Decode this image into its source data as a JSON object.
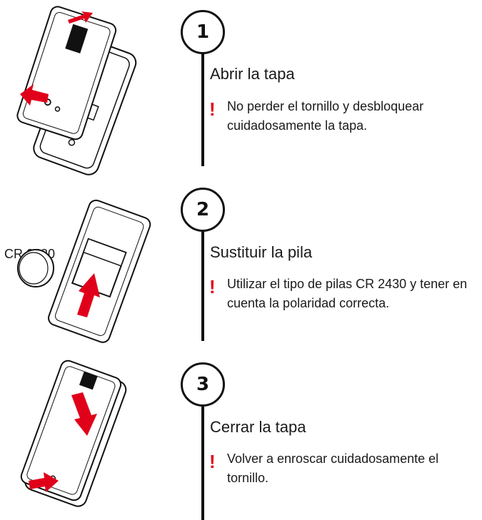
{
  "colors": {
    "accent_red": "#e0001a",
    "ink": "#111111",
    "text": "#1a1a1a"
  },
  "steps": [
    {
      "number": "1",
      "title": "Abrir la tapa",
      "warning_icon": "exclamation-icon",
      "note": "No perder el tornillo y desbloquear cuidadosamente la tapa."
    },
    {
      "number": "2",
      "title": "Sustituir la pila",
      "warning_icon": "exclamation-icon",
      "note": "Utilizar el tipo de pilas CR 2430 y tener en cuenta la polaridad correcta.",
      "battery_label": "CR 2430"
    },
    {
      "number": "3",
      "title": "Cerrar la tapa",
      "warning_icon": "exclamation-icon",
      "note": "Volver a enroscar cuidadosamente el tornillo."
    }
  ],
  "warning_mark": "!"
}
